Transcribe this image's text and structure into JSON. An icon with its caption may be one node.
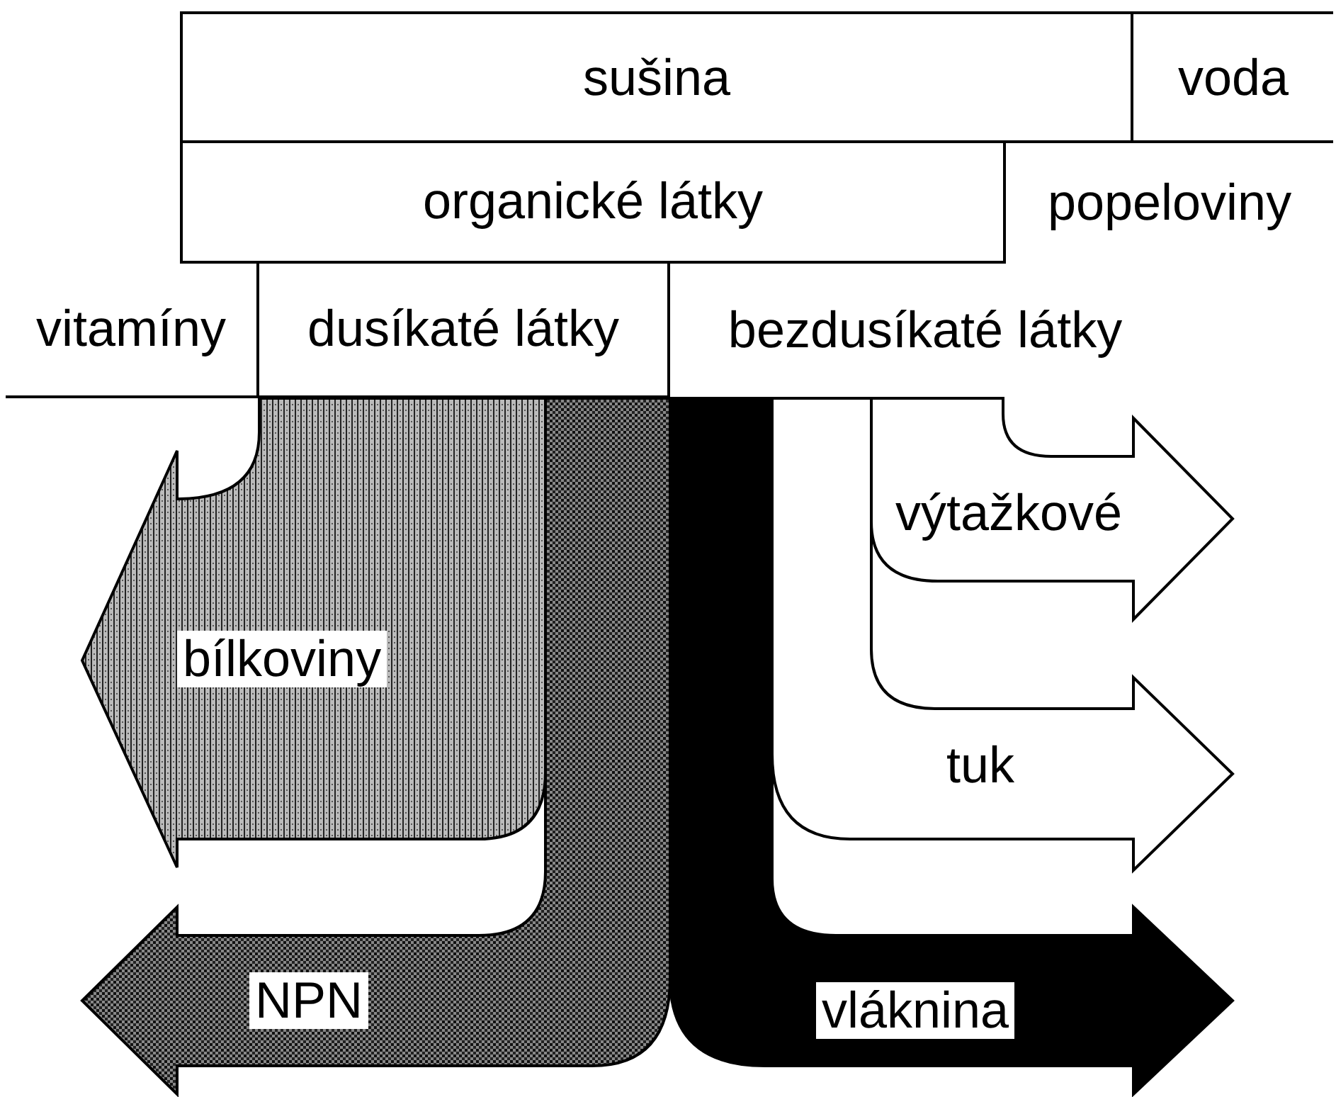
{
  "diagram": {
    "nodes": [
      {
        "text": [
          "sušina"
        ]
      },
      {
        "text": [
          "voda"
        ]
      },
      {
        "text": [
          "organické látky"
        ]
      },
      {
        "text": [
          "popeloviny"
        ]
      },
      {
        "text": [
          "vitamíny"
        ]
      },
      {
        "text": [
          "dusíkaté látky"
        ]
      },
      {
        "text": [
          "bezdusíkaté látky"
        ]
      },
      {
        "text": [
          "výtažkové"
        ]
      },
      {
        "text": [
          "bílkoviny"
        ]
      },
      {
        "text": [
          "tuk"
        ]
      },
      {
        "text": [
          "NPN"
        ]
      },
      {
        "text": [
          "vláknina"
        ]
      }
    ]
  }
}
